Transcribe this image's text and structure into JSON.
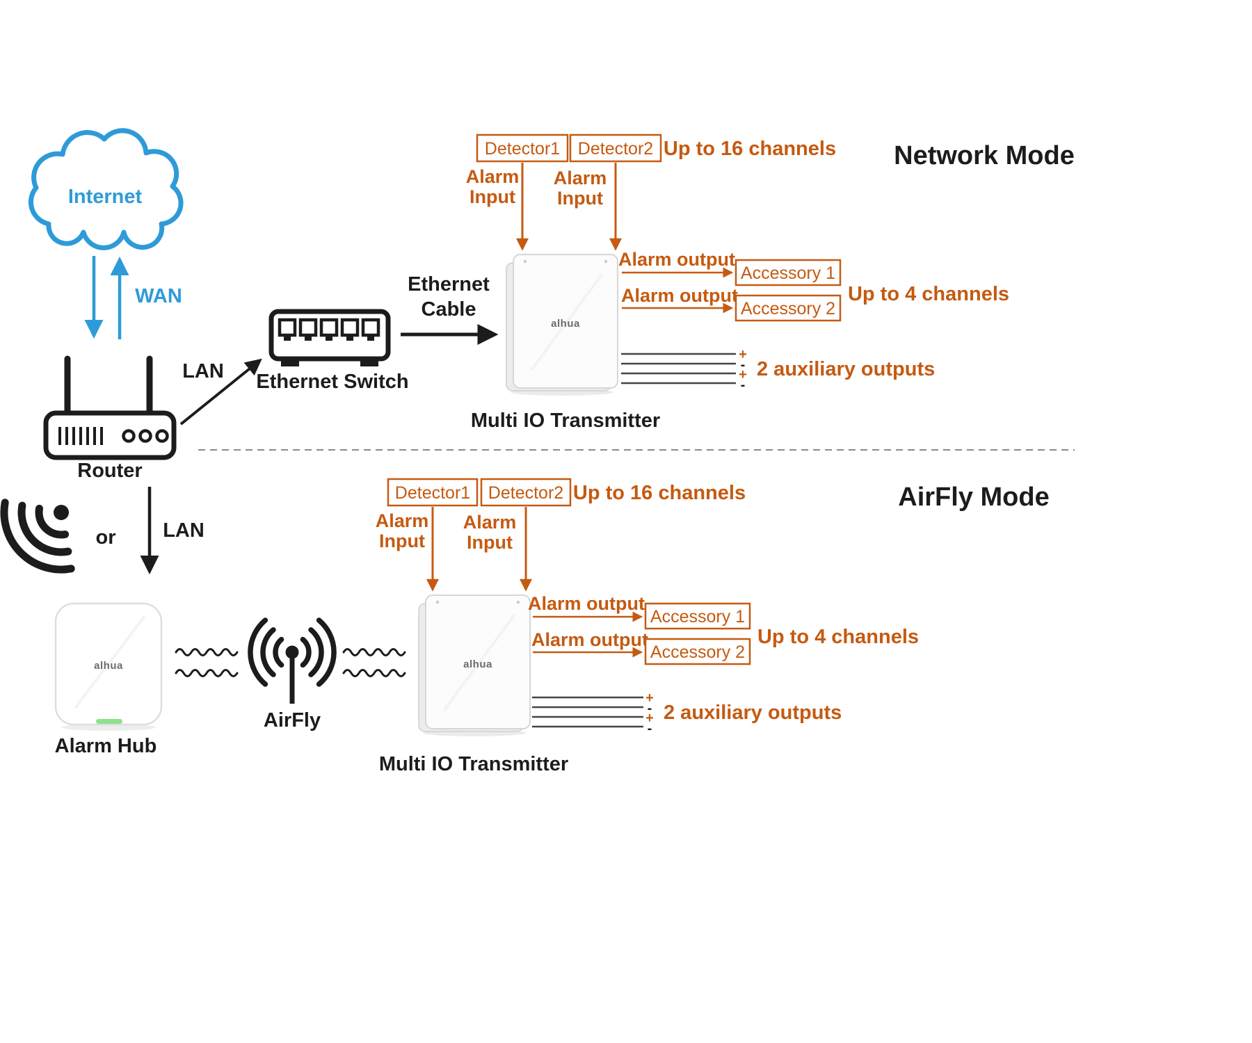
{
  "colors": {
    "accent_orange": "#C55A11",
    "accent_blue": "#2E9BD8",
    "ink": "#1c1c1c"
  },
  "symbols": {
    "plus": "+",
    "minus": "-"
  },
  "device_logo": "alhua",
  "network": {
    "title": "Network Mode",
    "internet": "Internet",
    "wan": "WAN",
    "router": "Router",
    "lan": "LAN",
    "ethernet_switch": "Ethernet Switch",
    "ethernet_cable_line1": "Ethernet",
    "ethernet_cable_line2": "Cable",
    "transmitter": "Multi IO Transmitter",
    "detector1": "Detector1",
    "detector2": "Detector2",
    "up_to_16": "Up to 16 channels",
    "alarm_word": "Alarm",
    "input_word": "Input",
    "alarm_output": "Alarm output",
    "accessory1": "Accessory 1",
    "accessory2": "Accessory 2",
    "up_to_4": "Up to 4 channels",
    "aux_outputs": "2 auxiliary outputs"
  },
  "airfly": {
    "title": "AirFly Mode",
    "or_word": "or",
    "lan": "LAN",
    "alarm_hub": "Alarm Hub",
    "airfly": "AirFly",
    "transmitter": "Multi IO Transmitter",
    "detector1": "Detector1",
    "detector2": "Detector2",
    "up_to_16": "Up to 16 channels",
    "alarm_word": "Alarm",
    "input_word": "Input",
    "alarm_output": "Alarm output",
    "accessory1": "Accessory 1",
    "accessory2": "Accessory 2",
    "up_to_4": "Up to 4 channels",
    "aux_outputs": "2 auxiliary outputs"
  }
}
